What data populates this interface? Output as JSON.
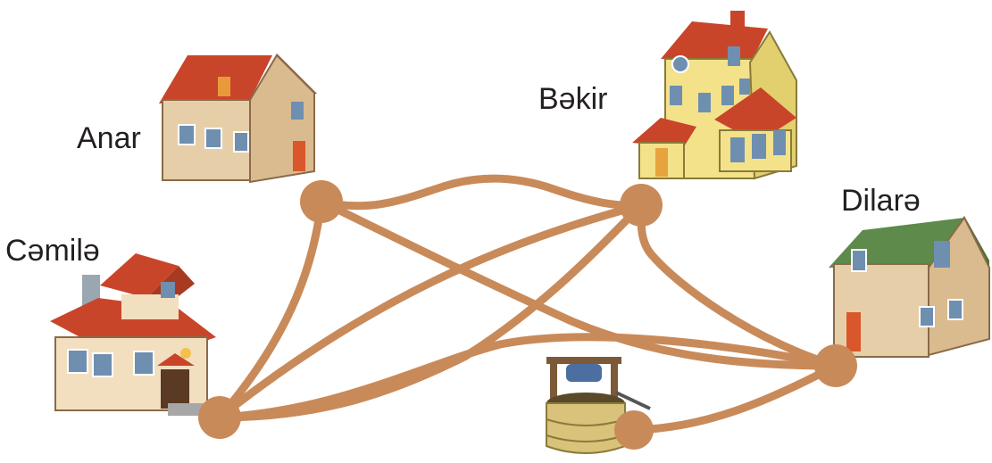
{
  "houses": [
    {
      "id": "anar",
      "label": "Anar"
    },
    {
      "id": "bekir",
      "label": "Bəkir"
    },
    {
      "id": "dilare",
      "label": "Dilarə"
    },
    {
      "id": "cemile",
      "label": "Cəmilə"
    }
  ],
  "other_points": [
    {
      "id": "well",
      "icon": "water-well-icon"
    }
  ],
  "connections": [
    [
      "anar",
      "bekir"
    ],
    [
      "anar",
      "dilare"
    ],
    [
      "anar",
      "cemile"
    ],
    [
      "bekir",
      "cemile"
    ],
    [
      "bekir",
      "dilare"
    ],
    [
      "cemile",
      "dilare"
    ],
    [
      "well",
      "dilare"
    ]
  ],
  "colors": {
    "path": "#c98a5a",
    "roof_red": "#c9452a",
    "roof_green": "#5e8a4b",
    "wall_tan": "#e6cfa8",
    "wall_yellow": "#f3e28a",
    "stone": "#d9c27a"
  }
}
